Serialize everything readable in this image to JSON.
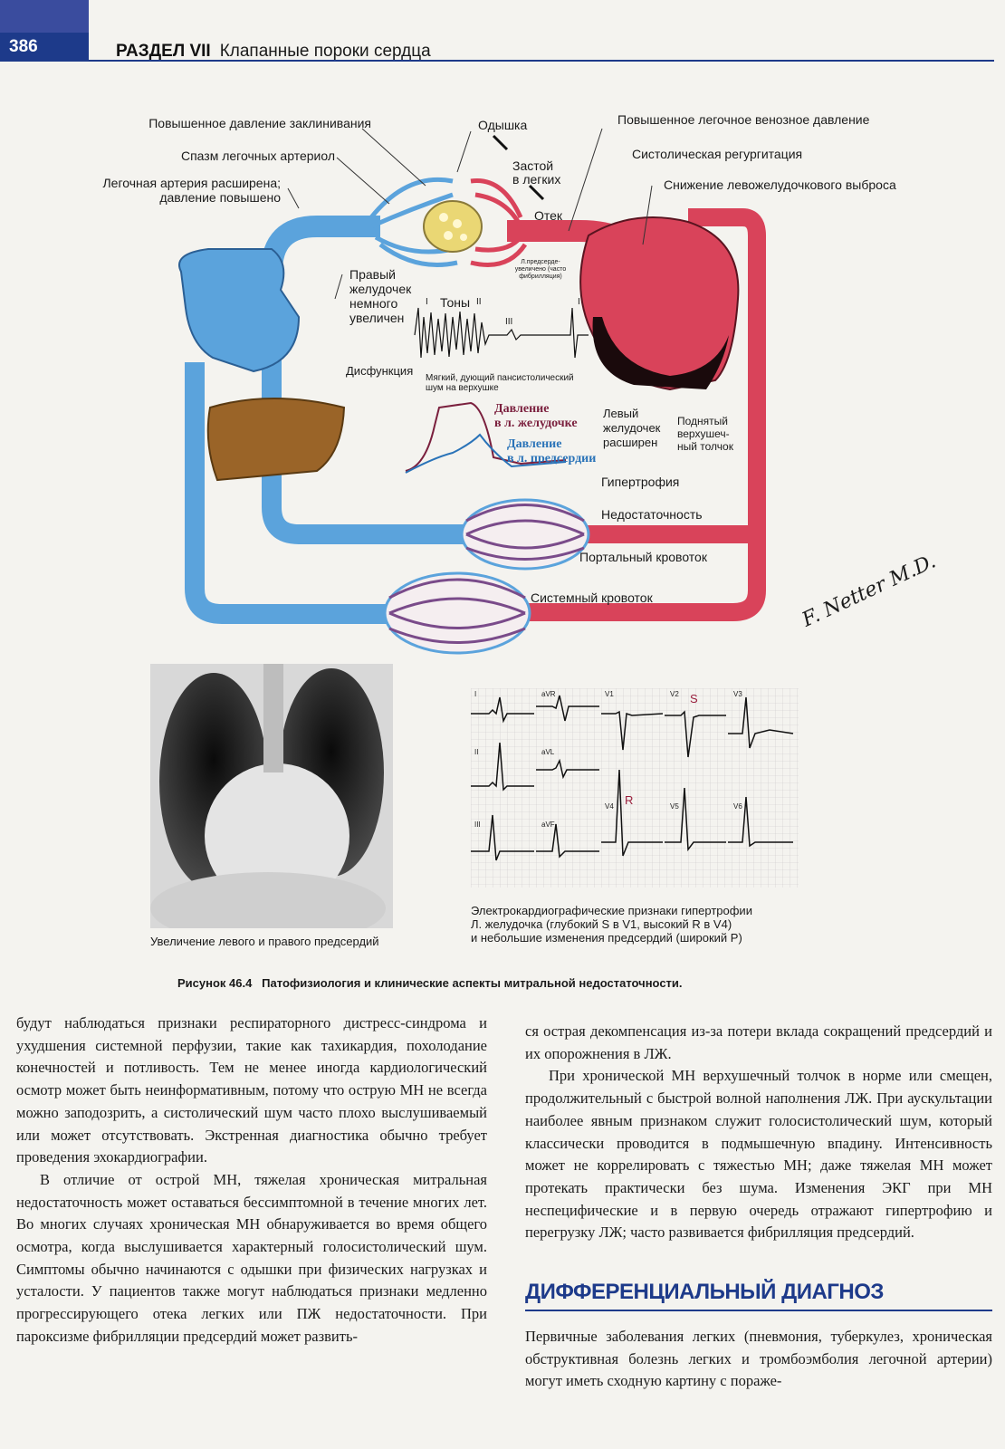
{
  "header": {
    "page_number": "386",
    "section_label": "РАЗДЕЛ VII",
    "section_title": "Клапанные пороки сердца"
  },
  "diagram": {
    "labels": {
      "wedge_pressure": "Повышенное давление заклинивания",
      "arteriole_spasm": "Спазм легочных артериол",
      "pa_dilated_1": "Легочная артерия расширена;",
      "pa_dilated_2": "давление повышено",
      "dyspnea": "Одышка",
      "congestion_1": "Застой",
      "congestion_2": "в легких",
      "edema": "Отек",
      "pulm_venous_pressure": "Повышенное легочное венозное давление",
      "systolic_regurg": "Систолическая регургитация",
      "lv_output_drop": "Снижение левожелудочкового выброса",
      "la_enlarged_1": "Л.предсерде-",
      "la_enlarged_2": "увеличено (часто",
      "la_enlarged_3": "фибрилляция)",
      "rv_1": "Правый",
      "rv_2": "желудочек",
      "rv_3": "немного",
      "rv_4": "увеличен",
      "dysfunction": "Дисфункция",
      "tones": "Тоны",
      "tone_I_left": "I",
      "tone_II": "II",
      "tone_III": "III",
      "tone_I_right": "I",
      "murmur_1": "Мягкий, дующий пансистолический",
      "murmur_2": "шум на верхушке",
      "lv_pressure_1": "Давление",
      "lv_pressure_2": "в л. желудочке",
      "la_pressure_1": "Давление",
      "la_pressure_2": "в л. предсердии",
      "lv_dilated_1": "Левый",
      "lv_dilated_2": "желудочек",
      "lv_dilated_3": "расширен",
      "apex_1": "Поднятый",
      "apex_2": "верхушеч-",
      "apex_3": "ный толчок",
      "hypertrophy": "Гипертрофия",
      "failure": "Недостаточность",
      "portal": "Портальный кровоток",
      "systemic": "Системный кровоток",
      "signature": "F. Netter M.D."
    },
    "colors": {
      "venous": "#5ba3dc",
      "arterial": "#d9435a",
      "liver": "#9a6428",
      "lv_pressure_line": "#7a1f3d",
      "la_pressure_line": "#2a73b8"
    }
  },
  "xray": {
    "caption": "Увеличение левого и правого предсердий"
  },
  "ecg": {
    "leads": [
      "I",
      "aVR",
      "V1",
      "V2",
      "V3",
      "II",
      "aVL",
      "V4",
      "V5",
      "V6",
      "III",
      "aVF"
    ],
    "mark_S": "S",
    "mark_R": "R",
    "caption_1": "Электрокардиографические признаки гипертрофии",
    "caption_2": "Л. желудочка (глубокий S в V1, высокий R в V4)",
    "caption_3": "и небольшие изменения предсердий (широкий P)"
  },
  "figure_caption": "Рисунок 46.4   Патофизиология и клинические аспекты митральной недостаточности.",
  "left_column": {
    "p1": "будут наблюдаться признаки респираторного дистресс-синдрома и ухудшения системной перфузии, такие как тахикардия, похолодание конечностей и потливость. Тем не менее иногда кардиологический осмотр может быть неинформативным, потому что острую МН не всегда можно заподозрить, а систолический шум часто плохо выслушиваемый или может отсутствовать. Экстренная диагностика обычно требует проведения эхокардиографии.",
    "p2": "В отличие от острой МН, тяжелая хроническая митральная недостаточность может оставаться бессимптомной в течение многих лет. Во многих случаях хроническая МН обнаруживается во время общего осмотра, когда выслушивается характерный голосистолический шум. Симптомы обычно начинаются с одышки при физических нагрузках и усталости. У пациентов также могут наблюдаться признаки медленно прогрессирующего отека легких или ПЖ недостаточности. При пароксизме фибрилляции предсердий может развить-"
  },
  "right_column": {
    "p1": "ся острая декомпенсация из-за потери вклада сокращений предсердий и их опорожнения в ЛЖ.",
    "p2": "При хронической МН верхушечный толчок в норме или смещен, продолжительный с быстрой волной наполнения ЛЖ. При аускультации наиболее явным признаком служит голосистолический шум, который классически проводится в подмышечную впадину. Интенсивность может не коррелировать с тяжестью МН; даже тяжелая МН может протекать практически без шума. Изменения ЭКГ при МН неспецифические и в первую очередь отражают гипертрофию и перегрузку ЛЖ; часто развивается фибрилляция предсердий.",
    "heading": "ДИФФЕРЕНЦИАЛЬНЫЙ ДИАГНОЗ",
    "p3": "Первичные заболевания легких (пневмония, туберкулез, хроническая обструктивная болезнь легких и тромбоэмболия легочной артерии) могут иметь сходную картину с пораже-"
  }
}
